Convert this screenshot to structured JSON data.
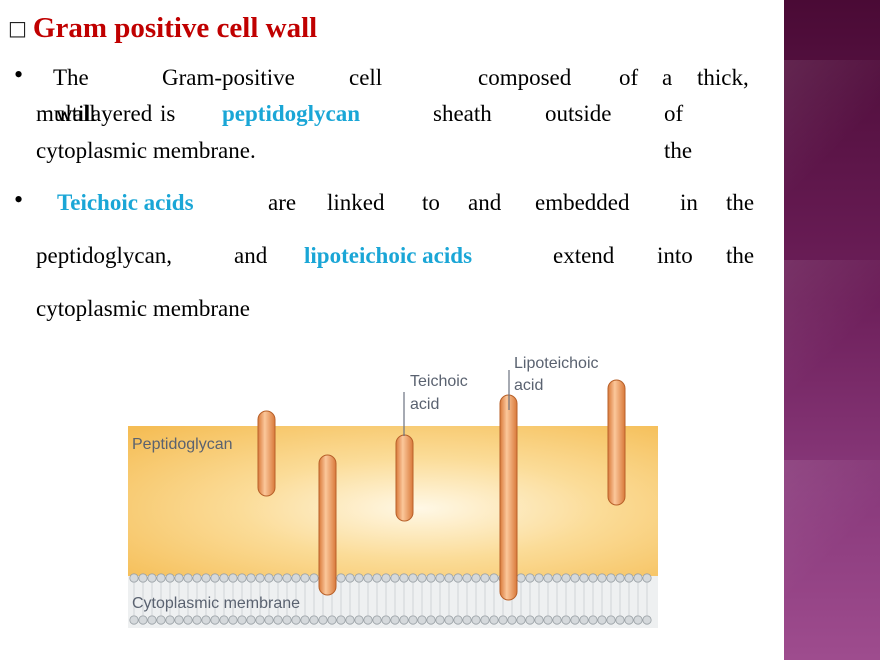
{
  "slide": {
    "title_icon": "box-glyph-icon",
    "title": "Gram positive cell wall",
    "bullets": [
      {
        "line1": [
          "The",
          "Gram-positive",
          "cell",
          "composed",
          "of",
          "a",
          "thick,"
        ],
        "overlap_wall": "wall",
        "overlap_is": "is",
        "line2_multilayered": "multilayered",
        "line2_highlight": "peptidoglycan",
        "line2_sheath": "sheath",
        "line2_outside": "outside",
        "line2_of": "of",
        "line3_the": "the",
        "line3": "cytoplasmic membrane."
      },
      {
        "highlight1": "Teichoic acids",
        "line1_rest": [
          "are",
          "linked",
          "to",
          "and",
          "embedded",
          "in",
          "the"
        ],
        "line2_start": "peptidoglycan,",
        "line2_and": "and",
        "highlight2": "lipoteichoic acids",
        "line2_rest": [
          "extend",
          "into",
          "the"
        ],
        "line3": "cytoplasmic membrane"
      }
    ]
  },
  "diagram": {
    "labels": {
      "peptidoglycan": "Peptidoglycan",
      "membrane": "Cytoplasmic membrane",
      "teichoic": [
        "Teichoic",
        "acid"
      ],
      "lipoteichoic": [
        "Lipoteichoic",
        "acid"
      ]
    },
    "colors": {
      "wall": "#f7c35e",
      "rod": "#f0a56b",
      "rod_edge": "#b8612a",
      "membrane": "#cfd3d6",
      "accent": "#1aa6d6",
      "title": "#c00000"
    }
  }
}
